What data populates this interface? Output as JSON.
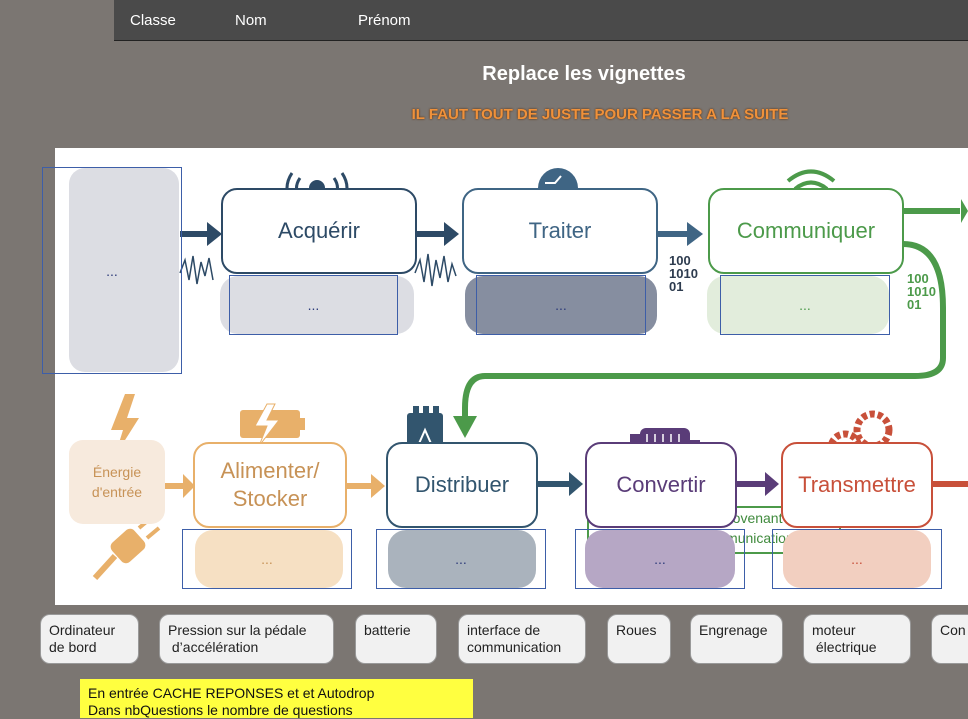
{
  "header": {
    "classe": "Classe",
    "nom": "Nom",
    "prenom": "Prénom"
  },
  "page": {
    "title": "Replace les vignettes",
    "subtitle": "IL FAUT TOUT DE JUSTE POUR PASSER A LA SUITE"
  },
  "diagram": {
    "top_chain": [
      "Acquérir",
      "Traiter",
      "Communiquer"
    ],
    "bottom_chain": [
      "Alimenter/ Stocker",
      "Distribuer",
      "Convertir",
      "Transmettre"
    ],
    "energy_label": "Énergie d'entrée",
    "order_note": "Ordre à exécuter provenant de la chaîne de communication",
    "binary": [
      "100",
      "1010",
      "01"
    ],
    "slot_placeholder": "..."
  },
  "tiles": [
    {
      "line1": "Ordinateur",
      "line2": "de bord"
    },
    {
      "line1": "Pression sur la pédale",
      "line2": " d’accélération"
    },
    {
      "line1": "batterie",
      "line2": ""
    },
    {
      "line1": "interface de",
      "line2": "communication"
    },
    {
      "line1": "Roues",
      "line2": ""
    },
    {
      "line1": "Engrenage",
      "line2": ""
    },
    {
      "line1": "moteur",
      "line2": " électrique"
    },
    {
      "line1": "Con",
      "line2": ""
    }
  ],
  "footer_note": {
    "line1": "En entrée CACHE REPONSES et et Autodrop",
    "line2": "Dans nbQuestions le nombre de questions"
  },
  "colors": {
    "acquerir": "#2d4a66",
    "traiter": "#3f6584",
    "communiquer": "#4c9a4a",
    "alimenter": "#e8b06a",
    "distribuer": "#32556e",
    "convertir": "#5a3c78",
    "transmettre": "#c8503a"
  }
}
